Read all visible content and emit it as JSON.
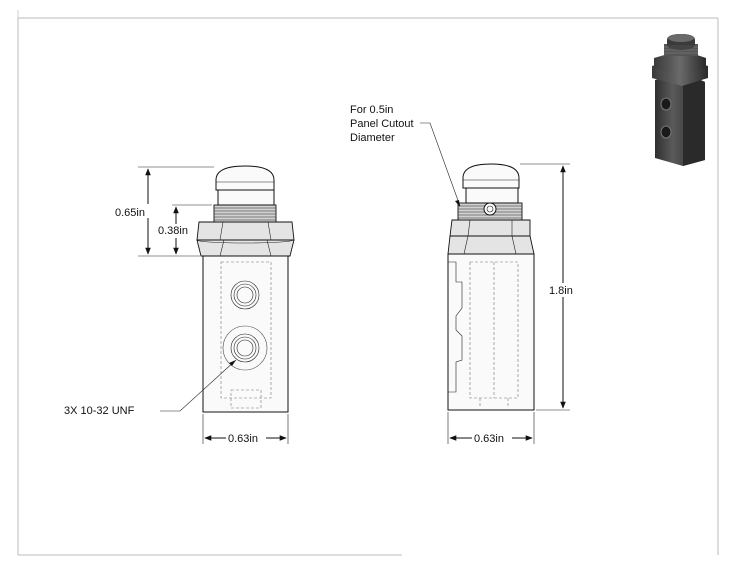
{
  "labels": {
    "height_065": "0.65in",
    "height_038": "0.38in",
    "width_front": "0.63in",
    "width_side": "0.63in",
    "height_18": "1.8in",
    "thread_note": "3X 10-32 UNF",
    "panel_note_line1": "For 0.5in",
    "panel_note_line2": "Panel Cutout",
    "panel_note_line3": "Diameter"
  },
  "icons": {
    "iso_preview": "valve-isometric-icon"
  },
  "colors": {
    "line": "#111111",
    "hidden_line": "#777777",
    "frame": "#bbbbbb",
    "iso_body": "#4a4a4a"
  }
}
